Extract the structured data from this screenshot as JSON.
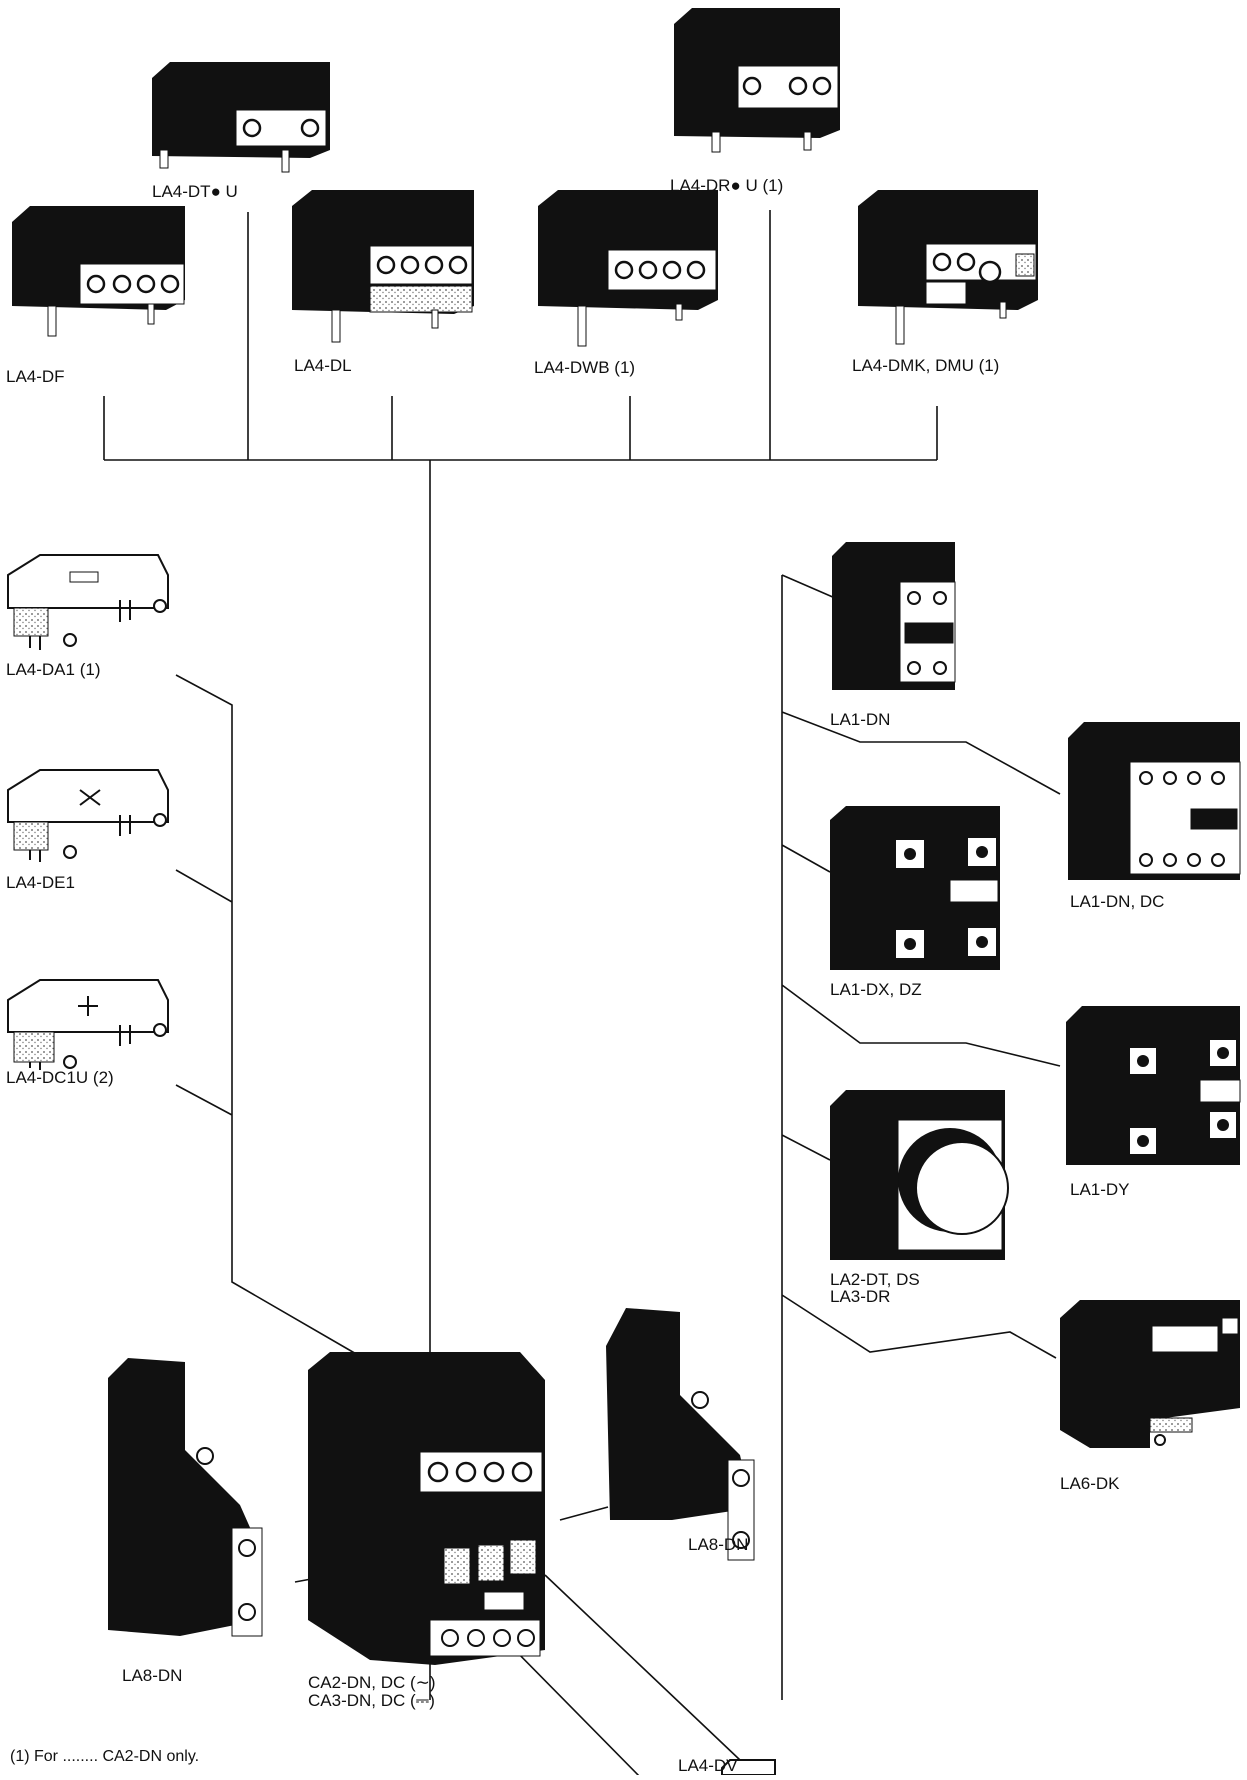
{
  "diagram": {
    "labels": {
      "la4_dtu": "LA4-DT● U",
      "la4_dru": "LA4-DR● U (1)",
      "la4_df": "LA4-DF",
      "la4_dl": "LA4-DL",
      "la4_dwb": "LA4-DWB (1)",
      "la4_dmk": "LA4-DMK, DMU (1)",
      "la4_da1": "LA4-DA1 (1)",
      "la4_de1": "LA4-DE1",
      "la4_dc1u": "LA4-DC1U (2)",
      "la1_dn": "LA1-DN",
      "la1_dn_dc": "LA1-DN, DC",
      "la1_dx_dz": "LA1-DX, DZ",
      "la1_dy": "LA1-DY",
      "la2_dt_ds": "LA2-DT, DS",
      "la3_dr": "LA3-DR",
      "la6_dk": "LA6-DK",
      "la8_dn_right": "LA8-DN",
      "la8_dn_left": "LA8-DN",
      "ca2_dn": "CA2-DN, DC (∼)",
      "ca3_dn": "CA3-DN, DC (⎓)",
      "la4_dv": "LA4-DV"
    },
    "footnote": "(1) For ........ CA2-DN only."
  }
}
